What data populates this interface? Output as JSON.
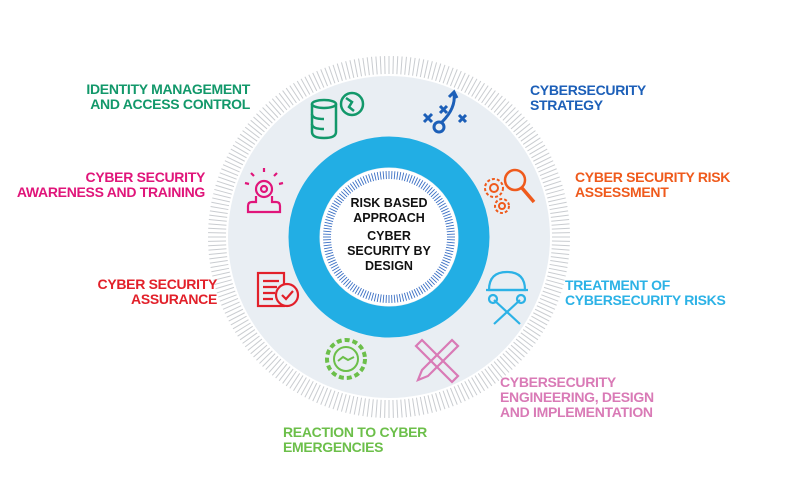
{
  "center": {
    "lines": [
      "RISK BASED",
      "APPROACH",
      "CYBER",
      "SECURITY BY",
      "DESIGN"
    ]
  },
  "segments": [
    {
      "id": "identity",
      "lines": [
        "IDENTITY MANAGEMENT",
        "AND ACCESS CONTROL"
      ],
      "color": "#12986a",
      "icon": "database-globe-icon"
    },
    {
      "id": "strategy",
      "lines": [
        "CYBERSECURITY",
        "STRATEGY"
      ],
      "color": "#1c5fb8",
      "icon": "strategy-play-icon"
    },
    {
      "id": "risk-assessment",
      "lines": [
        "CYBER SECURITY RISK",
        "ASSESSMENT"
      ],
      "color": "#ef5a1c",
      "icon": "gears-magnifier-icon"
    },
    {
      "id": "treatment",
      "lines": [
        "TREATMENT OF",
        "CYBERSECURITY RISKS"
      ],
      "color": "#2cb2e6",
      "icon": "hardhat-wrenches-icon"
    },
    {
      "id": "engineering",
      "lines": [
        "CYBERSECURITY",
        "ENGINEERING, DESIGN",
        "AND IMPLEMENTATION"
      ],
      "color": "#d97ab6",
      "icon": "pencil-ruler-icon"
    },
    {
      "id": "reaction",
      "lines": [
        "REACTION TO CYBER",
        "EMERGENCIES"
      ],
      "color": "#6cbf4a",
      "icon": "gear-handshake-icon"
    },
    {
      "id": "assurance",
      "lines": [
        "CYBER SECURITY",
        "ASSURANCE"
      ],
      "color": "#e2202a",
      "icon": "document-check-icon"
    },
    {
      "id": "awareness",
      "lines": [
        "CYBER SECURITY",
        "AWARENESS AND TRAINING"
      ],
      "color": "#e0157a",
      "icon": "person-alert-icon"
    }
  ],
  "colors": {
    "ring": "#22aee4",
    "disc": "#e9eef3",
    "ticks": "#c9ccd0",
    "inner_ticks": "#3a6fc4"
  }
}
